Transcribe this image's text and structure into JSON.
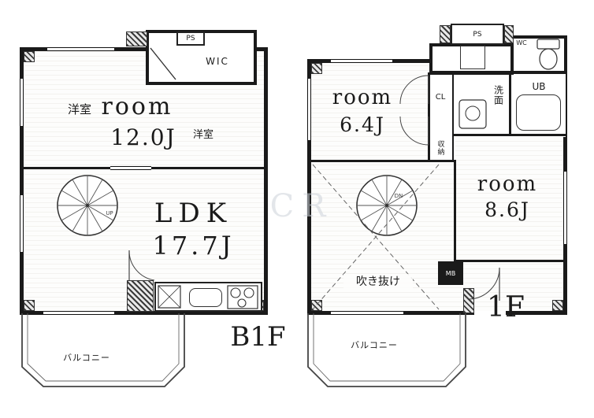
{
  "watermark": "CR",
  "b1f": {
    "floor_label": "B1F",
    "ps": "PS",
    "wic": "WIC",
    "room_jp": "洋室",
    "room_word": "room",
    "room_size": "12.0J",
    "room_jp_small": "洋室",
    "ldk_word": "LDK",
    "ldk_size": "17.7J",
    "up": "UP",
    "balcony": "バルコニー"
  },
  "f1": {
    "floor_label": "1F",
    "ps": "PS",
    "wc": "WC",
    "cl": "CL",
    "senmen": "洗面",
    "ub": "UB",
    "shuno": "収納",
    "room1_word": "room",
    "room1_size": "6.4J",
    "room2_word": "room",
    "room2_size": "8.6J",
    "dn": "DN",
    "fukinuke": "吹き抜け",
    "mb": "MB",
    "balcony": "バルコニー"
  }
}
